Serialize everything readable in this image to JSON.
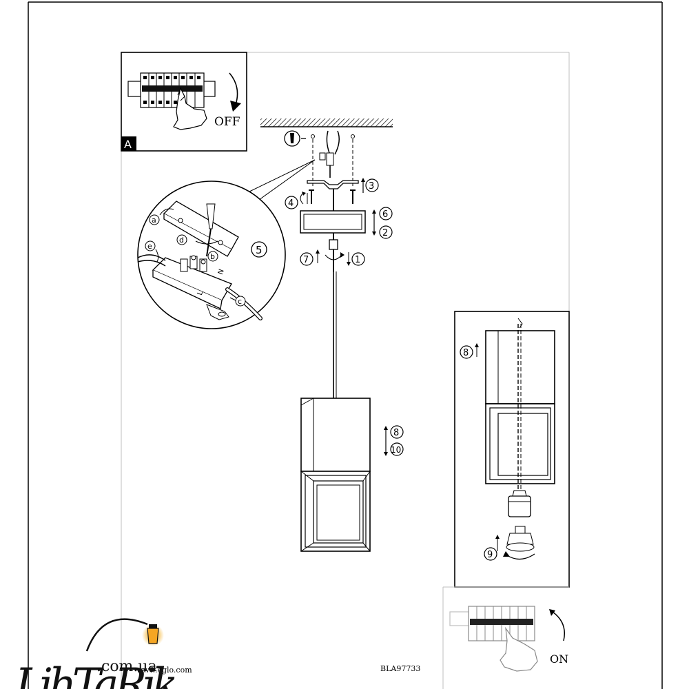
{
  "panel_a": {
    "label": "A",
    "off_text": "OFF"
  },
  "panel_on": {
    "on_text": "ON"
  },
  "steps": {
    "s1": "1",
    "s2": "2",
    "s3": "3",
    "s4": "4",
    "s5": "5",
    "s6": "6",
    "s7": "7",
    "s8": "8",
    "s9": "9",
    "s10": "10",
    "s8_detail": "8",
    "s9_detail": "9"
  },
  "sub_steps": {
    "a": "a",
    "b": "b",
    "c": "c",
    "d": "d",
    "e": "e"
  },
  "terminal_labels": {
    "L": "L",
    "N": "N"
  },
  "footer": {
    "website": "www.eglo.com",
    "code": "BLA97733"
  },
  "watermark": {
    "brand": "LihTaRik",
    "domain": ".com.ua"
  },
  "colors": {
    "line": "#000000",
    "frame": "#bfbfbf",
    "lamp_glow": "#f5a623"
  }
}
